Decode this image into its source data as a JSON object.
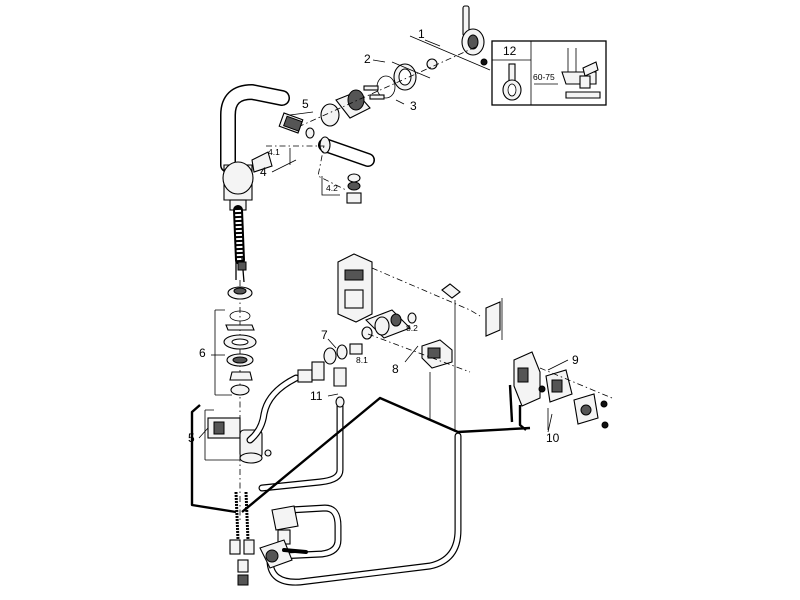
{
  "callouts": {
    "c1": "1",
    "c2": "2",
    "c3": "3",
    "c4": "4",
    "c4_1": "4.1",
    "c4_2": "4.2",
    "c5_top": "5",
    "c5_bottom": "5",
    "c6": "6",
    "c7": "7",
    "c8": "8",
    "c8_1": "8.1",
    "c8_2": "8.2",
    "c9": "9",
    "c10": "10",
    "c11": "11"
  },
  "inset": {
    "number": "12",
    "dimension": "60-75"
  }
}
